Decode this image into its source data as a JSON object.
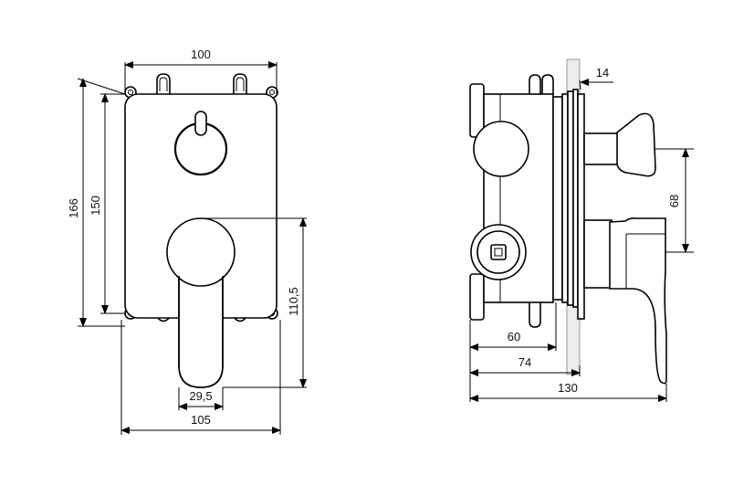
{
  "front_view": {
    "width_top": "100",
    "height_outer": "166",
    "height_inner": "150",
    "lever_length": "110,5",
    "lever_width": "29,5",
    "width_bottom": "105"
  },
  "side_view": {
    "plate_thickness": "14",
    "handle_spacing": "68",
    "body_depth": "60",
    "body_to_wall": "74",
    "total_depth": "130"
  }
}
